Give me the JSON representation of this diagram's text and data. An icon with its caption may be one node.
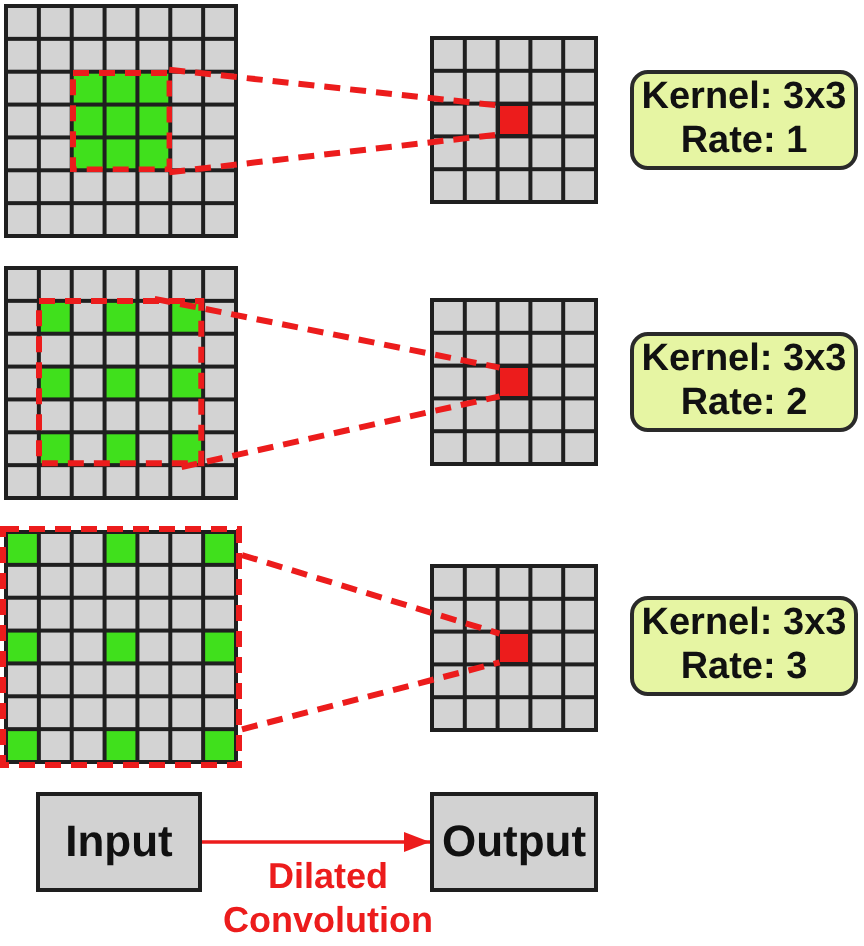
{
  "diagram": {
    "nodes": [
      {
        "text": [],
        "shape": "grid"
      },
      {
        "text": [],
        "shape": "box",
        "in": 0
      },
      {
        "text": [],
        "shape": "grid"
      },
      {
        "text": [],
        "shape": "box",
        "in": 2
      },
      {
        "text": [
          "Kernel: 3x3",
          "Rate: 1"
        ]
      },
      {
        "text": [],
        "shape": "grid"
      },
      {
        "text": [],
        "shape": "box",
        "in": 5
      },
      {
        "text": [],
        "shape": "grid"
      },
      {
        "text": [],
        "shape": "box",
        "in": 7
      },
      {
        "text": [
          "Kernel: 3x3",
          "Rate: 2"
        ]
      },
      {
        "text": [],
        "shape": "grid"
      },
      {
        "text": [],
        "shape": "box"
      },
      {
        "text": [],
        "shape": "grid"
      },
      {
        "text": [],
        "shape": "box",
        "in": 12
      },
      {
        "text": [
          "Kernel: 3x3",
          "Rate: 3"
        ]
      },
      {
        "text": [
          "Input"
        ]
      },
      {
        "text": [
          "Output"
        ]
      }
    ],
    "edges": [
      {
        "from": 1,
        "to": 3,
        "arrow": "none",
        "style": "dashed"
      },
      {
        "from": 1,
        "to": 3,
        "arrow": "none",
        "style": "dashed"
      },
      {
        "from": 6,
        "to": 8,
        "arrow": "none",
        "style": "dashed"
      },
      {
        "from": 6,
        "to": 8,
        "arrow": "none",
        "style": "dashed"
      },
      {
        "from": 11,
        "to": 13,
        "arrow": "none",
        "style": "dashed"
      },
      {
        "from": 11,
        "to": 13,
        "arrow": "none",
        "style": "dashed"
      },
      {
        "from": 15,
        "to": 16,
        "arrow": "to",
        "label": "Dilated Convolution"
      }
    ]
  }
}
